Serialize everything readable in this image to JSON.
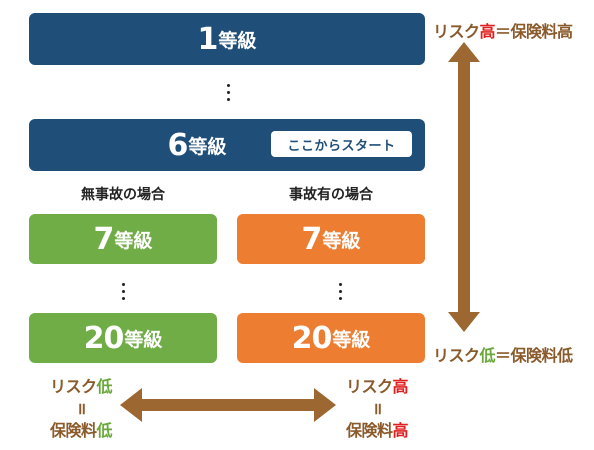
{
  "levels": {
    "top": {
      "num": "1",
      "unit": "等級"
    },
    "start": {
      "num": "6",
      "unit": "等級",
      "badge": "ここからスタート"
    },
    "no_accident": {
      "header": "無事故の場合",
      "first": {
        "num": "7",
        "unit": "等級"
      },
      "last": {
        "num": "20",
        "unit": "等級"
      }
    },
    "with_accident": {
      "header": "事故有の場合",
      "first": {
        "num": "7",
        "unit": "等級"
      },
      "last": {
        "num": "20",
        "unit": "等級"
      }
    }
  },
  "right_labels": {
    "top": {
      "risk": "リスク",
      "risk_level": "高",
      "premium": "＝保険料高"
    },
    "bottom": {
      "risk": "リスク",
      "risk_level": "低",
      "premium": "＝保険料低"
    }
  },
  "bottom_labels": {
    "left": {
      "risk": "リスク",
      "risk_level": "低",
      "equals": "॥",
      "premium": "保険料",
      "premium_level": "低"
    },
    "right": {
      "risk": "リスク",
      "risk_level": "高",
      "equals": "॥",
      "premium": "保険料",
      "premium_level": "高"
    }
  },
  "colors": {
    "navy": "#1f4e79",
    "green": "#70ad47",
    "orange": "#ed7d31",
    "arrow_brown": "#9c6730",
    "high_red": "#e02020",
    "low_green": "#6aa83b"
  }
}
